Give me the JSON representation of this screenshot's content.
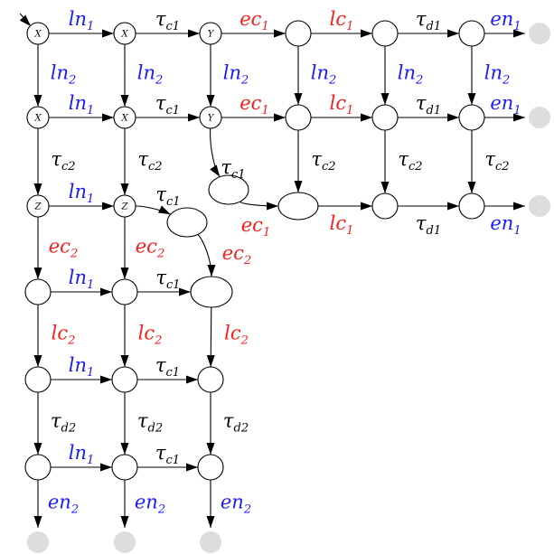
{
  "colors": {
    "black": "#000000",
    "blue": "#1a1aff",
    "red": "#ff1a1a",
    "terminal": "#dddddd"
  },
  "labels": {
    "ln1": {
      "base": "ln",
      "sub": "1",
      "color": "blue"
    },
    "ln2": {
      "base": "ln",
      "sub": "2",
      "color": "blue"
    },
    "tc1": {
      "base": "τ",
      "sub": "c1",
      "color": "black"
    },
    "tc2": {
      "base": "τ",
      "sub": "c2",
      "color": "black"
    },
    "td1": {
      "base": "τ",
      "sub": "d1",
      "color": "black"
    },
    "td2": {
      "base": "τ",
      "sub": "d2",
      "color": "black"
    },
    "ec1": {
      "base": "ec",
      "sub": "1",
      "color": "red"
    },
    "ec2": {
      "base": "ec",
      "sub": "2",
      "color": "red"
    },
    "lc1": {
      "base": "lc",
      "sub": "1",
      "color": "red"
    },
    "lc2": {
      "base": "lc",
      "sub": "2",
      "color": "red"
    },
    "en1": {
      "base": "en",
      "sub": "1",
      "color": "blue"
    },
    "en2": {
      "base": "en",
      "sub": "2",
      "color": "blue"
    }
  },
  "node_letters": {
    "x": "X",
    "y": "Y",
    "z": "Z"
  },
  "diagram": {
    "nodes": [
      {
        "id": "r0c0",
        "letter": "x"
      },
      {
        "id": "r0c1",
        "letter": "x"
      },
      {
        "id": "r0c2",
        "letter": "y"
      },
      {
        "id": "r0c3"
      },
      {
        "id": "r0c4"
      },
      {
        "id": "r0c5"
      },
      {
        "id": "r1c0",
        "letter": "x"
      },
      {
        "id": "r1c1",
        "letter": "x"
      },
      {
        "id": "r1c2",
        "letter": "y"
      },
      {
        "id": "r1c3"
      },
      {
        "id": "r1c4"
      },
      {
        "id": "r1c5"
      },
      {
        "id": "r2c0",
        "letter": "z"
      },
      {
        "id": "r2c1",
        "letter": "z"
      },
      {
        "id": "r2c3"
      },
      {
        "id": "r2c4"
      },
      {
        "id": "r2c5"
      },
      {
        "id": "m12"
      },
      {
        "id": "m22"
      },
      {
        "id": "r3c0"
      },
      {
        "id": "r3c1"
      },
      {
        "id": "r3c2"
      },
      {
        "id": "r4c0"
      },
      {
        "id": "r4c1"
      },
      {
        "id": "r4c2"
      },
      {
        "id": "r5c0"
      },
      {
        "id": "r5c1"
      },
      {
        "id": "r5c2"
      }
    ],
    "edges": [
      {
        "from": "r0c0",
        "to": "r0c1",
        "label": "ln1"
      },
      {
        "from": "r0c1",
        "to": "r0c2",
        "label": "tc1"
      },
      {
        "from": "r0c2",
        "to": "r0c3",
        "label": "ec1"
      },
      {
        "from": "r0c3",
        "to": "r0c4",
        "label": "lc1"
      },
      {
        "from": "r0c4",
        "to": "r0c5",
        "label": "td1"
      },
      {
        "from": "r0c5",
        "to": "t_r0",
        "label": "en1"
      },
      {
        "from": "r1c0",
        "to": "r1c1",
        "label": "ln1"
      },
      {
        "from": "r1c1",
        "to": "r1c2",
        "label": "tc1"
      },
      {
        "from": "r1c2",
        "to": "r1c3",
        "label": "ec1"
      },
      {
        "from": "r1c3",
        "to": "r1c4",
        "label": "lc1"
      },
      {
        "from": "r1c4",
        "to": "r1c5",
        "label": "td1"
      },
      {
        "from": "r1c5",
        "to": "t_r1",
        "label": "en1"
      },
      {
        "from": "r0c0",
        "to": "r1c0",
        "label": "ln2"
      },
      {
        "from": "r0c1",
        "to": "r1c1",
        "label": "ln2"
      },
      {
        "from": "r0c2",
        "to": "r1c2",
        "label": "ln2"
      },
      {
        "from": "r0c3",
        "to": "r1c3",
        "label": "ln2"
      },
      {
        "from": "r0c4",
        "to": "r1c4",
        "label": "ln2"
      },
      {
        "from": "r0c5",
        "to": "r1c5",
        "label": "ln2"
      },
      {
        "from": "r1c0",
        "to": "r2c0",
        "label": "tc2"
      },
      {
        "from": "r1c1",
        "to": "r2c1",
        "label": "tc2"
      },
      {
        "from": "r1c2",
        "to": "m12",
        "label": "tc1"
      },
      {
        "from": "r1c3",
        "to": "r2c3",
        "label": "tc2"
      },
      {
        "from": "r1c4",
        "to": "r2c4",
        "label": "tc2"
      },
      {
        "from": "r1c5",
        "to": "r2c5",
        "label": "tc2"
      },
      {
        "from": "m12",
        "to": "r2c3",
        "label": "ec1"
      },
      {
        "from": "r2c3",
        "to": "r2c4",
        "label": "lc1"
      },
      {
        "from": "r2c4",
        "to": "r2c5",
        "label": "td1"
      },
      {
        "from": "r2c5",
        "to": "t_r2",
        "label": "en1"
      },
      {
        "from": "r2c0",
        "to": "r2c1",
        "label": "ln1"
      },
      {
        "from": "r2c1",
        "to": "m22",
        "label": "tc1"
      },
      {
        "from": "r2c0",
        "to": "r3c0",
        "label": "ec2"
      },
      {
        "from": "r2c1",
        "to": "r3c1",
        "label": "ec2"
      },
      {
        "from": "m22",
        "to": "r3c2",
        "label": "ec2"
      },
      {
        "from": "r3c0",
        "to": "r3c1",
        "label": "ln1"
      },
      {
        "from": "r3c1",
        "to": "r3c2",
        "label": "tc1"
      },
      {
        "from": "r3c0",
        "to": "r4c0",
        "label": "lc2"
      },
      {
        "from": "r3c1",
        "to": "r4c1",
        "label": "lc2"
      },
      {
        "from": "r3c2",
        "to": "r4c2",
        "label": "lc2"
      },
      {
        "from": "r4c0",
        "to": "r4c1",
        "label": "ln1"
      },
      {
        "from": "r4c1",
        "to": "r4c2",
        "label": "tc1"
      },
      {
        "from": "r4c0",
        "to": "r5c0",
        "label": "td2"
      },
      {
        "from": "r4c1",
        "to": "r5c1",
        "label": "td2"
      },
      {
        "from": "r4c2",
        "to": "r5c2",
        "label": "td2"
      },
      {
        "from": "r5c0",
        "to": "r5c1",
        "label": "ln1"
      },
      {
        "from": "r5c1",
        "to": "r5c2",
        "label": "tc1"
      },
      {
        "from": "r5c0",
        "to": "t_c0",
        "label": "en2"
      },
      {
        "from": "r5c1",
        "to": "t_c1",
        "label": "en2"
      },
      {
        "from": "r5c2",
        "to": "t_c2",
        "label": "en2"
      }
    ]
  }
}
